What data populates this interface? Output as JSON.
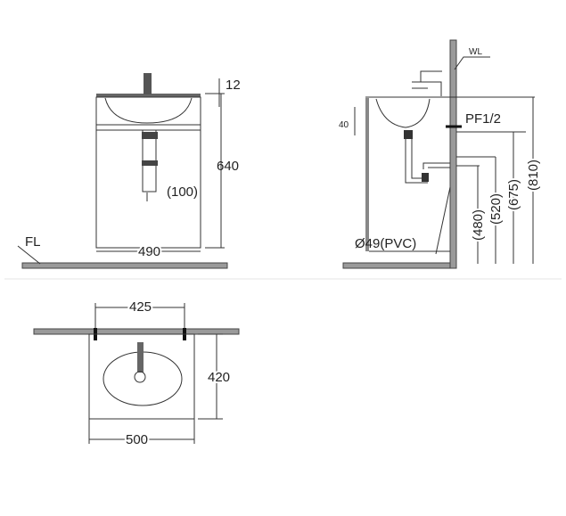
{
  "front_view": {
    "top_thickness": "12",
    "height": "640",
    "drain_offset": "(100)",
    "width": "490",
    "floor_label": "FL"
  },
  "side_view": {
    "wall_label": "WL",
    "basin_depth": "40",
    "supply_label": "PF1/2",
    "drain_label": "Ø49(PVC)",
    "heights": [
      "(480)",
      "(520)",
      "(675)",
      "(810)"
    ]
  },
  "top_view": {
    "bracket_spacing": "425",
    "depth": "420",
    "width": "500"
  }
}
